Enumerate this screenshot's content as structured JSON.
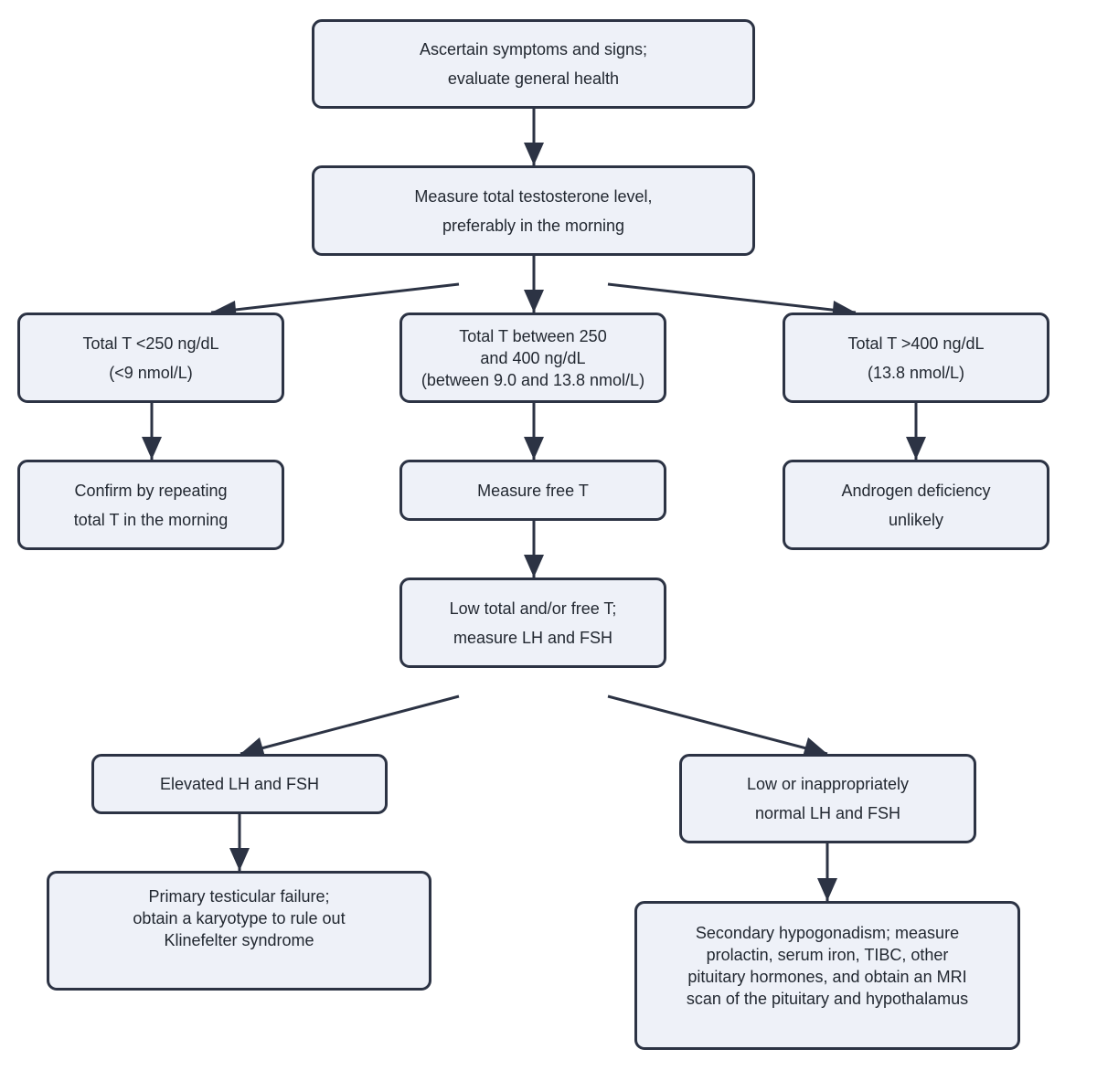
{
  "colors": {
    "node_fill": "#eef1f8",
    "node_border": "#2c3344",
    "arrow": "#2c3344",
    "text": "#222831"
  },
  "nodes": {
    "ascertain": {
      "lines": [
        "Ascertain symptoms and signs;",
        "evaluate general health"
      ]
    },
    "measure_total_t": {
      "lines": [
        "Measure total testosterone level,",
        "preferably in the morning"
      ]
    },
    "total_t_low": {
      "lines": [
        "Total T <250 ng/dL",
        "(<9 nmol/L)"
      ]
    },
    "total_t_between": {
      "lines": [
        "Total T between 250",
        "and 400 ng/dL",
        "(between 9.0 and 13.8 nmol/L)"
      ]
    },
    "total_t_high": {
      "lines": [
        "Total T >400 ng/dL",
        "(13.8 nmol/L)"
      ]
    },
    "confirm_repeat": {
      "lines": [
        "Confirm by repeating",
        "total T in the morning"
      ]
    },
    "measure_free_t": {
      "lines": [
        "Measure free T"
      ]
    },
    "androgen_unlikely": {
      "lines": [
        "Androgen deficiency",
        "unlikely"
      ]
    },
    "low_total_free": {
      "lines": [
        "Low total and/or free T;",
        "measure LH and FSH"
      ]
    },
    "elevated_lh_fsh": {
      "lines": [
        "Elevated LH and FSH"
      ]
    },
    "low_lh_fsh": {
      "lines": [
        "Low or inappropriately",
        "normal LH and FSH"
      ]
    },
    "primary_failure": {
      "lines": [
        "Primary testicular failure;",
        "obtain a karyotype to rule out",
        "Klinefelter syndrome"
      ]
    },
    "secondary_hypogonadism": {
      "lines": [
        "Secondary hypogonadism; measure",
        "prolactin, serum iron, TIBC, other",
        "pituitary hormones, and obtain an MRI",
        "scan of the pituitary and hypothalamus"
      ]
    }
  }
}
